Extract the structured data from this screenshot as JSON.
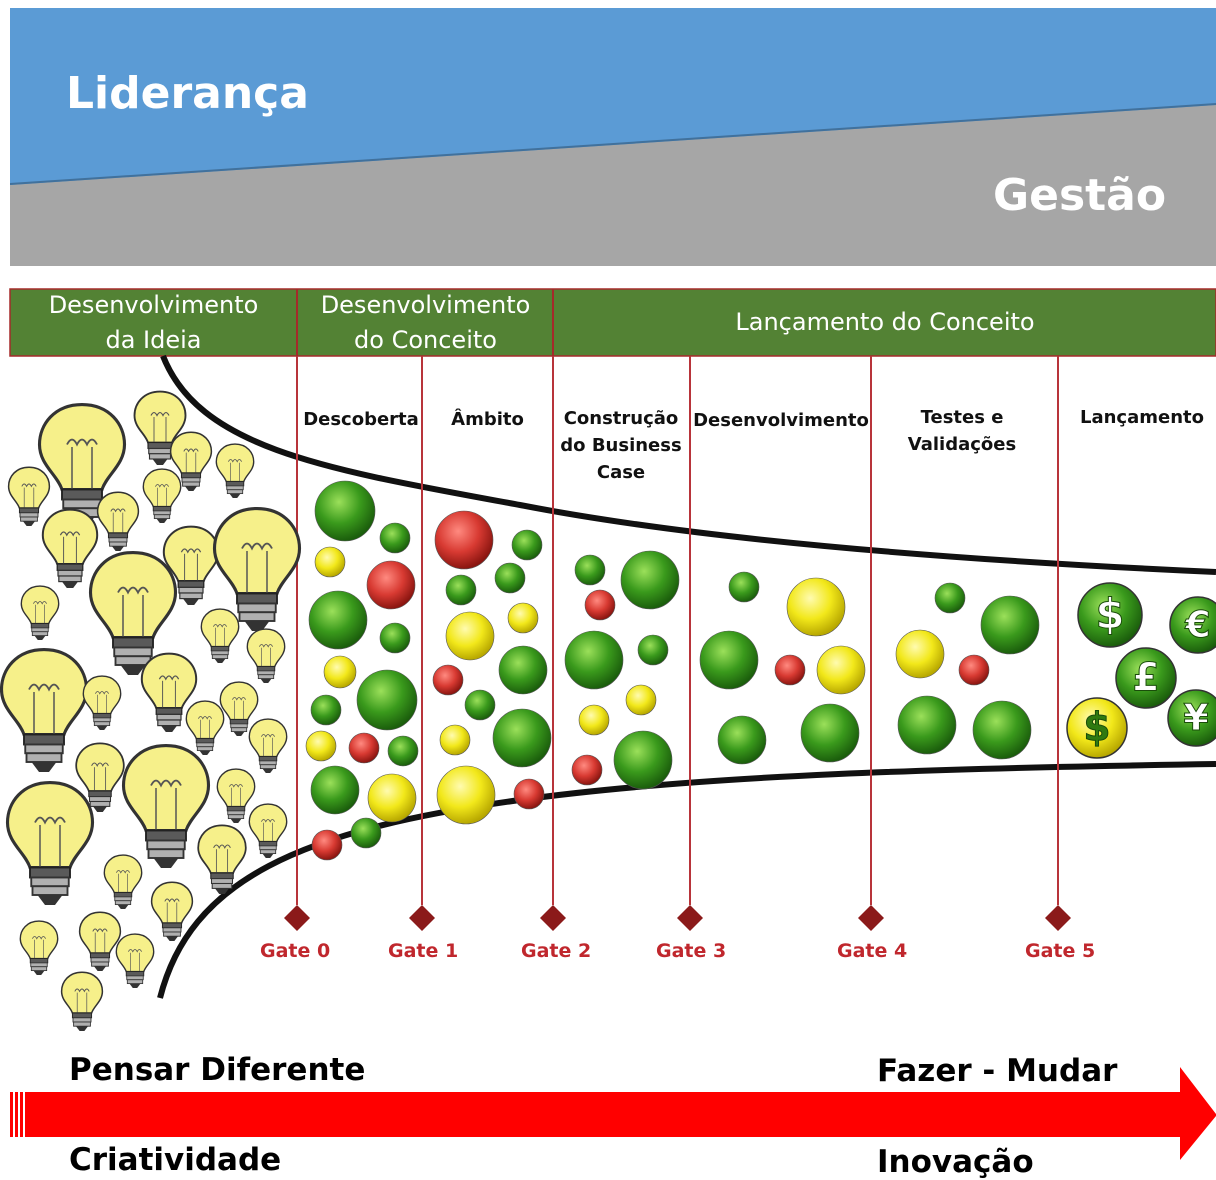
{
  "header": {
    "leadership_label": "Liderança",
    "management_label": "Gestão",
    "leadership_color": "#5b9bd5",
    "management_color": "#a6a6a6"
  },
  "phases": [
    {
      "label": "Desenvolvimento\nda Ideia"
    },
    {
      "label": "Desenvolvimento\ndo Conceito"
    },
    {
      "label": "Lançamento do Conceito"
    }
  ],
  "stages": [
    {
      "label": "Descoberta"
    },
    {
      "label": "Âmbito"
    },
    {
      "label": "Construção\ndo Business\nCase"
    },
    {
      "label": "Desenvolvimento"
    },
    {
      "label": "Testes e\nValidações"
    },
    {
      "label": "Lançamento"
    }
  ],
  "gates": [
    "Gate 0",
    "Gate 1",
    "Gate 2",
    "Gate 3",
    "Gate 4",
    "Gate 5"
  ],
  "currency_symbols": [
    "$",
    "€",
    "£",
    "$",
    "¥"
  ],
  "bottom": {
    "left_top": "Pensar Diferente",
    "left_bottom": "Criatividade",
    "right_top": "Fazer - Mudar",
    "right_bottom": "Inovação",
    "arrow_color": "#ff0000"
  },
  "colors": {
    "phase_green": "#538234",
    "gate_red": "#c0272d",
    "bubble_green": "#3a9a1c",
    "bubble_yellow": "#f2e81a",
    "bubble_red": "#d83a32",
    "bulb_yellow": "#f6f08a"
  }
}
